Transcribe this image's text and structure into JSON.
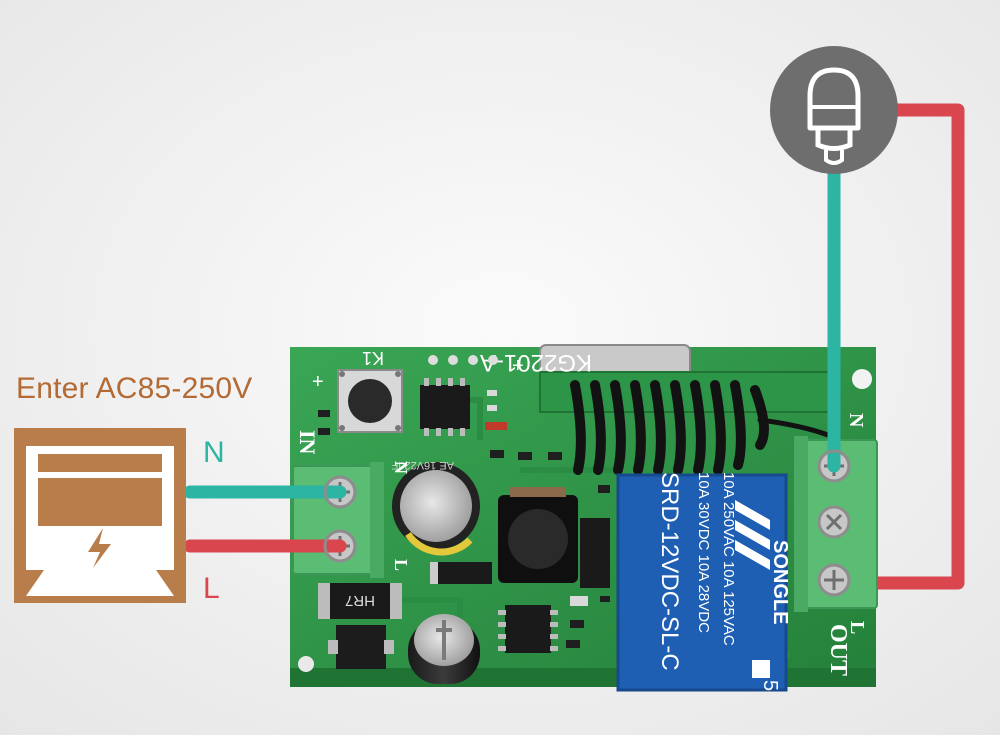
{
  "input": {
    "label": "Enter AC85-250V",
    "neutral_label": "N",
    "live_label": "L"
  },
  "board": {
    "model": "KG2201-A",
    "button_label": "K1",
    "input_terminal_label": "IN",
    "input_n_mark": "N",
    "input_l_mark": "L",
    "output_terminal_label": "OUT",
    "output_n_mark": "N",
    "output_l_mark": "L",
    "plus_mark": "+",
    "regulator_label": "HR7",
    "cap_label": "AE 16V22uF",
    "relay": {
      "brand": "SONGLE",
      "line1": "10A 250VAC  10A 125VAC",
      "line2": "10A 30VDC  10A 28VDC",
      "model": "SRD-12VDC-SL-C",
      "number": "5"
    }
  },
  "colors": {
    "input_box": "#b87d4b",
    "neutral_wire": "#2bb5a2",
    "live_wire": "#d9464e",
    "pcb": "#2f9a4a",
    "terminal": "#4fb36b",
    "relay": "#1f5fb3",
    "bulb_circle": "#6e6e6e"
  },
  "icons": [
    "power-source-icon",
    "lightning-icon",
    "light-bulb-icon"
  ]
}
